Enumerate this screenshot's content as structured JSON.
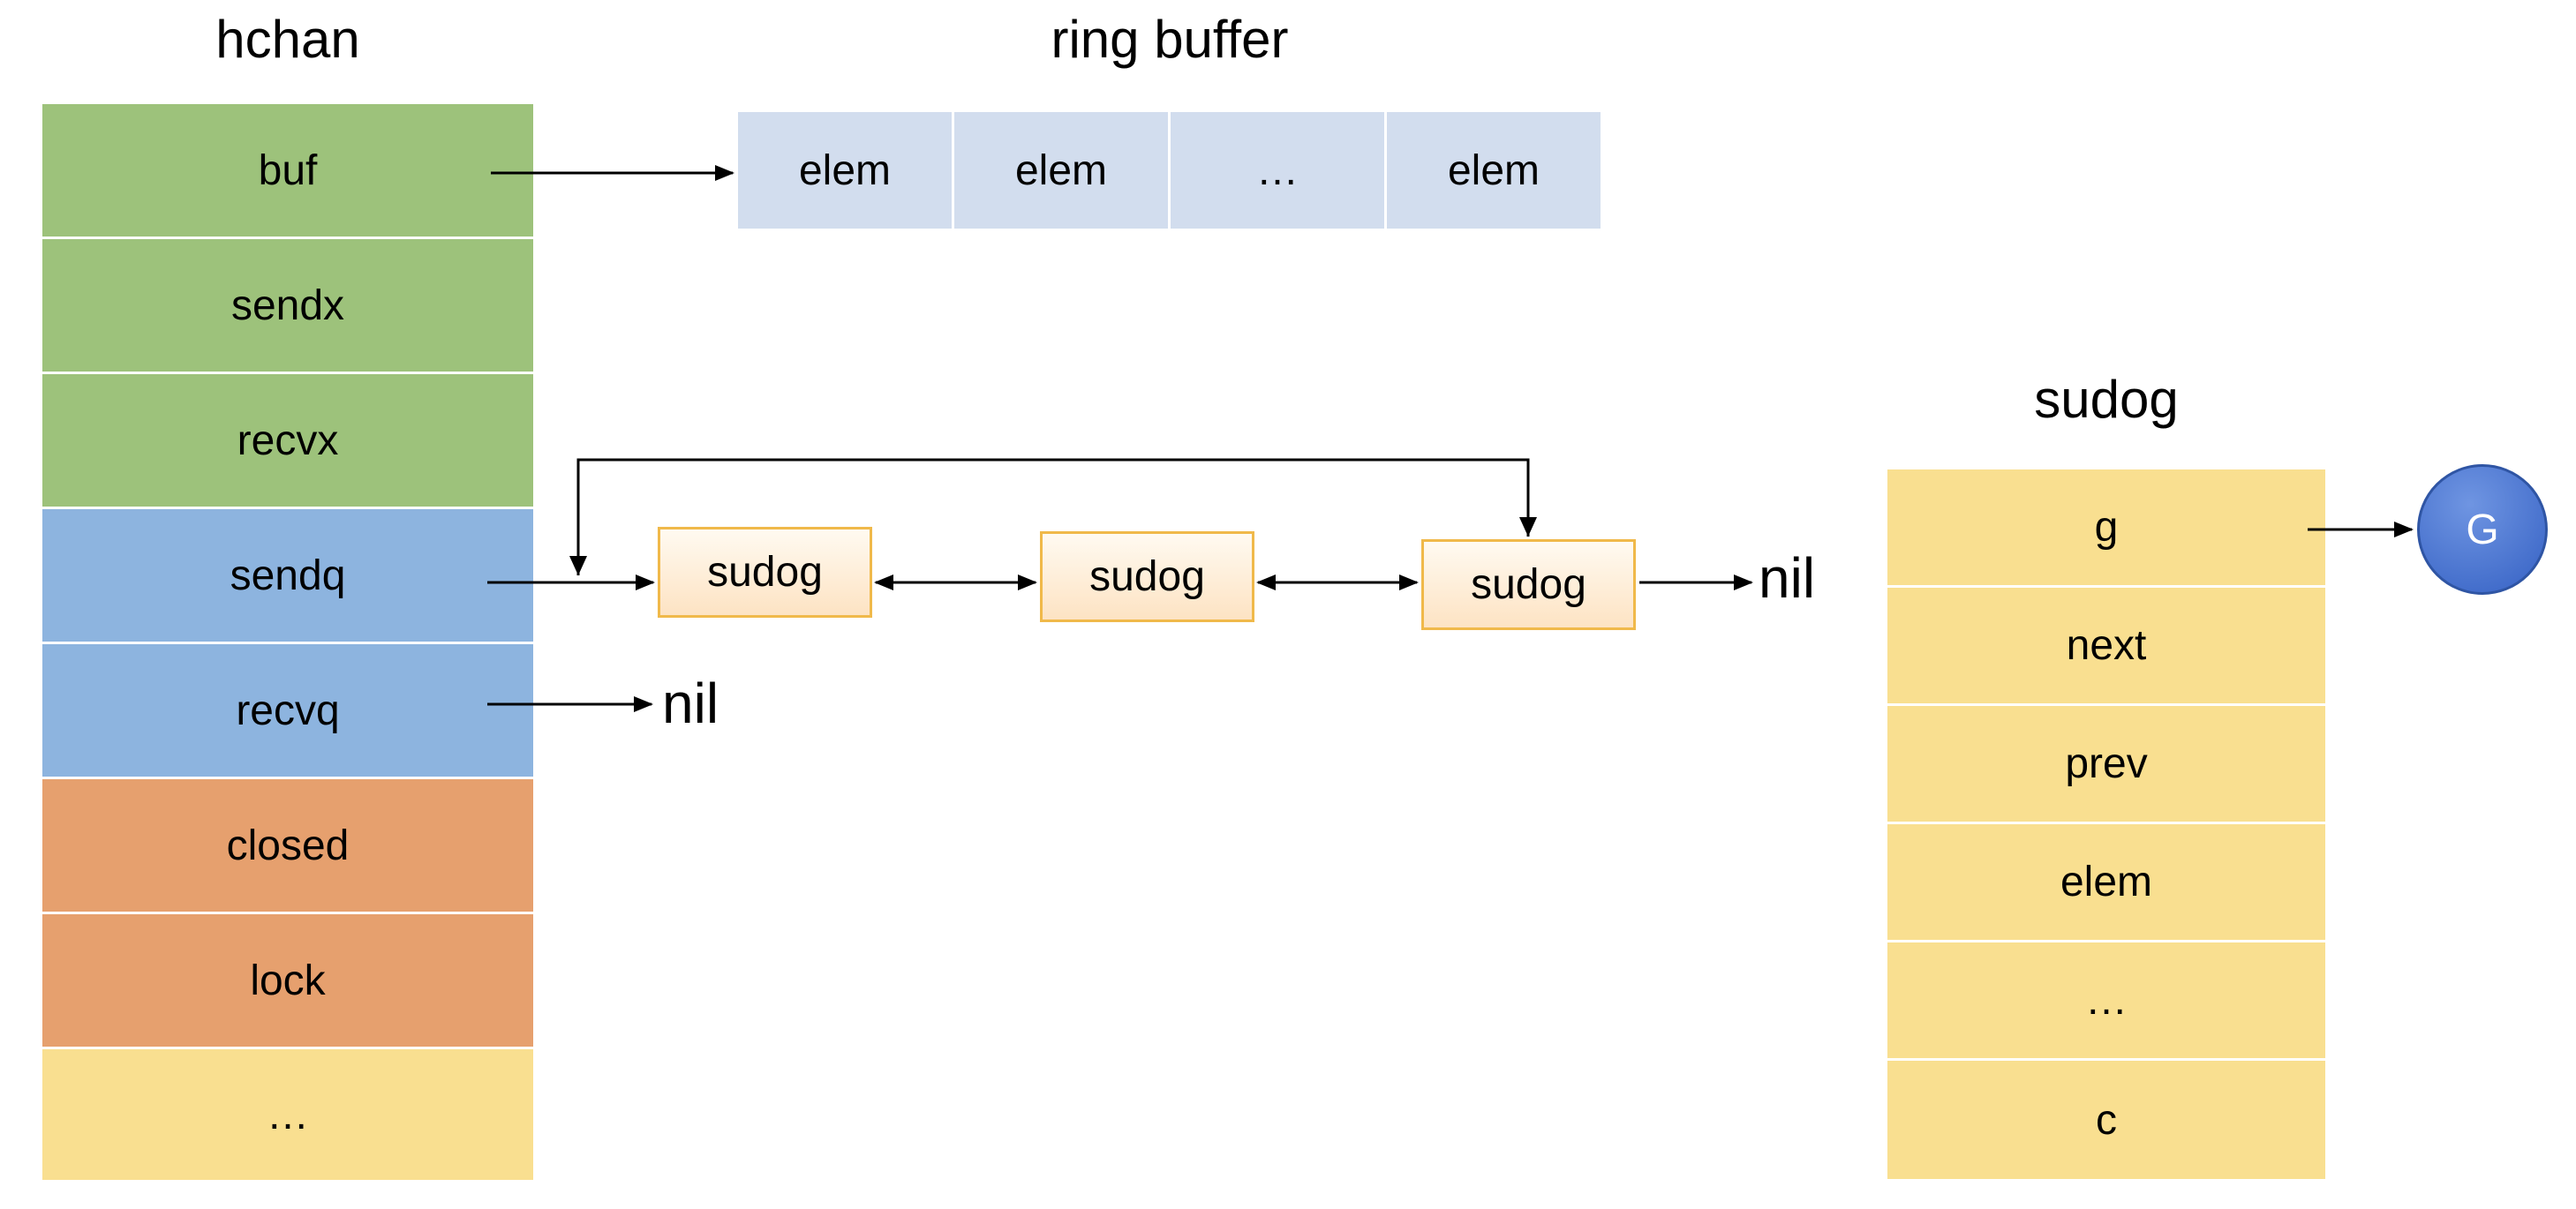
{
  "hchan": {
    "title": "hchan",
    "fields": [
      "buf",
      "sendx",
      "recvx",
      "sendq",
      "recvq",
      "closed",
      "lock",
      "…"
    ]
  },
  "ring_buffer": {
    "title": "ring buffer",
    "cells": [
      "elem",
      "elem",
      "…",
      "elem"
    ]
  },
  "sendq_list": {
    "nodes": [
      "sudog",
      "sudog",
      "sudog"
    ],
    "tail": "nil"
  },
  "recvq_target": "nil",
  "sudog": {
    "title": "sudog",
    "fields": [
      "g",
      "next",
      "prev",
      "elem",
      "…",
      "c"
    ]
  },
  "goroutine": "G",
  "colors": {
    "green": "#9dc27b",
    "blue": "#8db4df",
    "orange": "#e6a06e",
    "yellow": "#f9df90",
    "ring": "#d2ddee",
    "node_border": "#f0b94a",
    "goroutine": "#3561c4"
  }
}
